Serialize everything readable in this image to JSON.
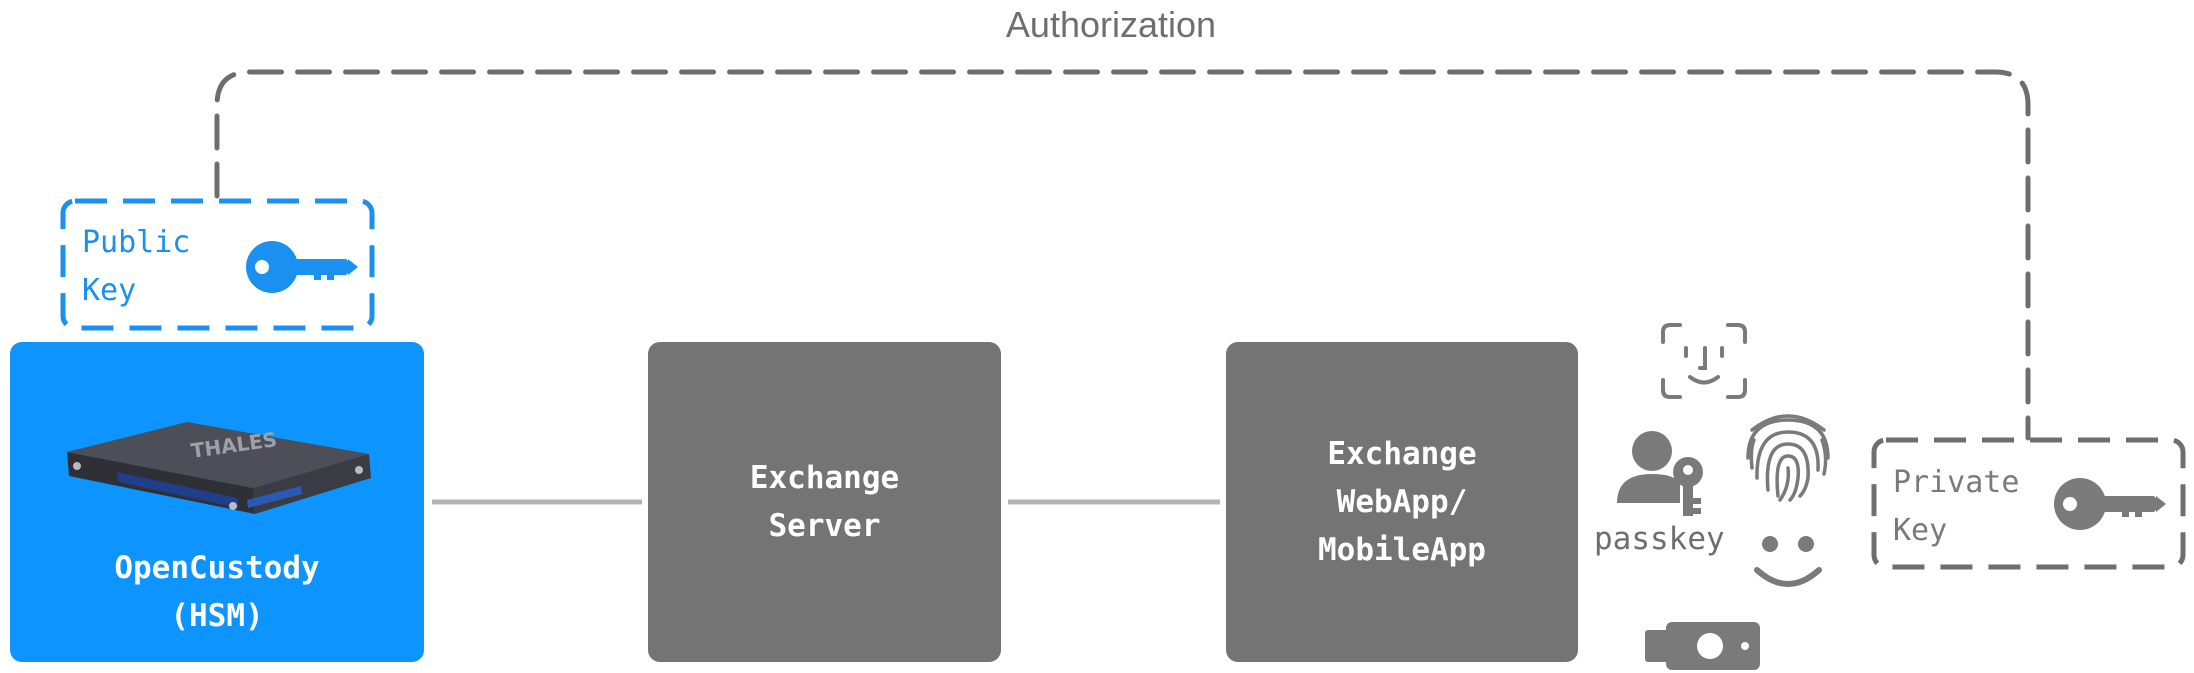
{
  "diagram": {
    "title": "Authorization",
    "nodes": {
      "hsm": {
        "lines": [
          "OpenCustody",
          "(HSM)"
        ],
        "device_brand": "THALES",
        "color": "#0d94ff"
      },
      "server": {
        "lines": [
          "Exchange",
          "Server"
        ],
        "color": "#747474"
      },
      "webapp": {
        "lines": [
          "Exchange",
          "WebApp/",
          "MobileApp"
        ],
        "color": "#747474"
      }
    },
    "keys": {
      "public": {
        "lines": [
          "Public",
          "Key"
        ],
        "color": "#1a90f0",
        "icon": "key-icon"
      },
      "private": {
        "lines": [
          "Private",
          "Key"
        ],
        "color": "#7a7a7a",
        "icon": "key-icon"
      }
    },
    "authenticators": {
      "passkey_label": "passkey",
      "icons": [
        "face-id-icon",
        "user-key-icon",
        "fingerprint-icon",
        "smiley-face-icon",
        "usb-security-key-icon"
      ]
    },
    "connectors": {
      "line_color": "#b4b4b4",
      "dashed_color": "#6e6e6e"
    }
  }
}
